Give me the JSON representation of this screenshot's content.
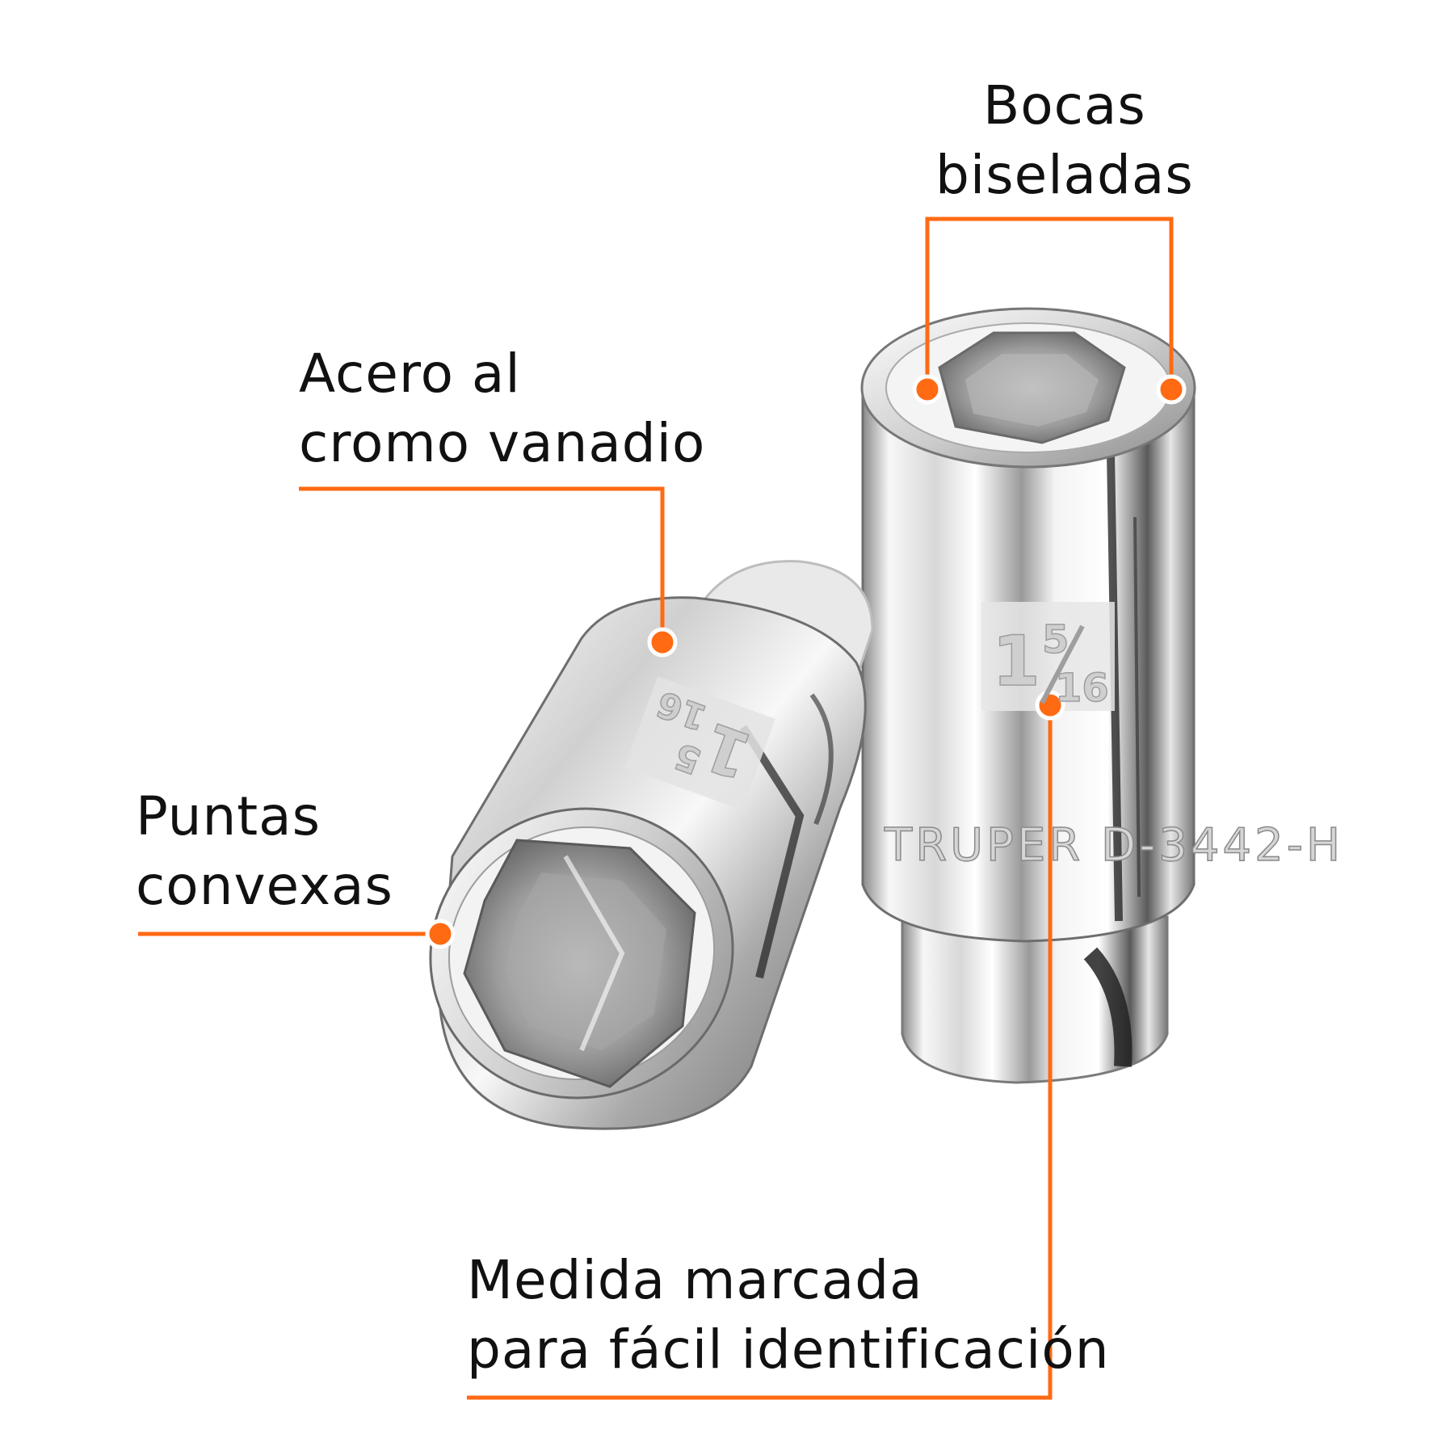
{
  "colors": {
    "accent": "#ff6a13",
    "text": "#111111",
    "background": "#ffffff",
    "chrome_light": "#f2f2f2",
    "chrome_mid": "#b8b8b8",
    "chrome_dark": "#3a3a3a"
  },
  "callouts": {
    "bocas": {
      "line1": "Bocas",
      "line2": "biseladas"
    },
    "acero": {
      "line1": "Acero al",
      "line2": "cromo vanadio"
    },
    "puntas": {
      "line1": "Puntas",
      "line2": "convexas"
    },
    "medida": {
      "line1": "Medida marcada",
      "line2": "para fácil identificación"
    }
  },
  "product": {
    "size_whole": "1",
    "size_numerator": "5",
    "size_denominator": "16",
    "engraving": "TRUPER D-3442-H"
  }
}
